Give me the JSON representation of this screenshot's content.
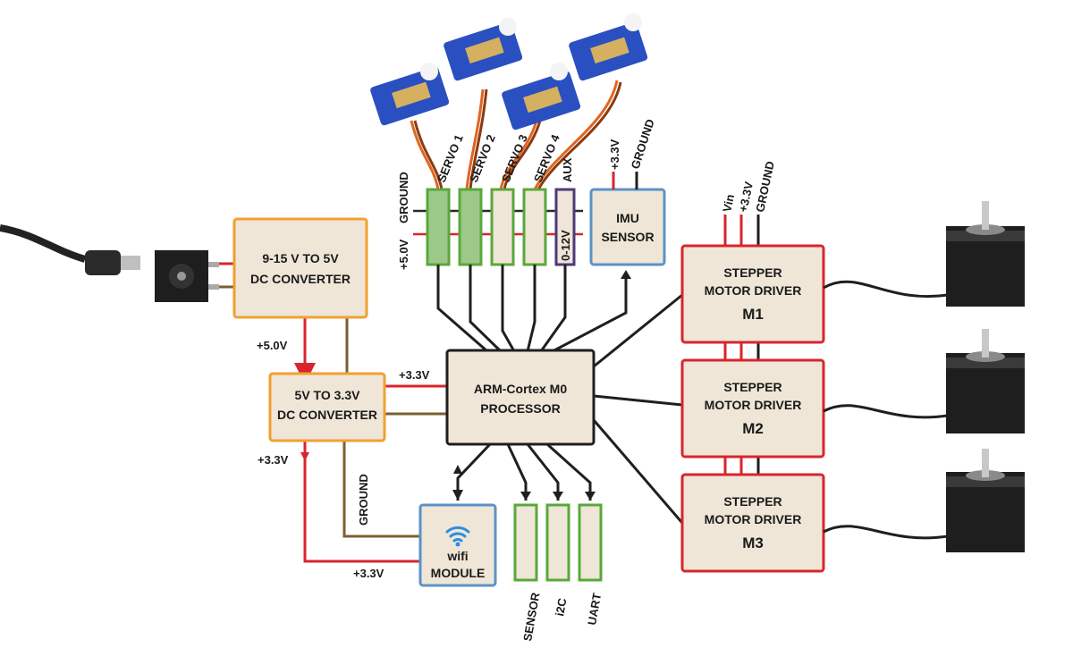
{
  "colors": {
    "block_fill": "#efe6d8",
    "power_orange": "#f0a030",
    "processor_border": "#1f1f1f",
    "stepper_red": "#d8252c",
    "header_green": "#5aa83a",
    "imu_blue": "#5a93c6",
    "aux_purple": "#4b3a78",
    "ground_brown": "#7a6030",
    "wire_red": "#d8252c",
    "wire_black": "#1f1f1f"
  },
  "blocks": {
    "conv1": {
      "line1": "9-15 V TO 5V",
      "line2": "DC CONVERTER"
    },
    "conv2": {
      "line1": "5V TO 3.3V",
      "line2": "DC CONVERTER"
    },
    "cpu": {
      "line1": "ARM-Cortex M0",
      "line2": "PROCESSOR"
    },
    "imu": {
      "line1": "IMU",
      "line2": "SENSOR"
    },
    "aux": {
      "label": "0-12V"
    },
    "wifi": {
      "line1": "wifi",
      "line2": "MODULE"
    },
    "steppers": [
      {
        "line1": "STEPPER",
        "line2": "MOTOR DRIVER",
        "id": "M1"
      },
      {
        "line1": "STEPPER",
        "line2": "MOTOR DRIVER",
        "id": "M2"
      },
      {
        "line1": "STEPPER",
        "line2": "MOTOR DRIVER",
        "id": "M3"
      }
    ]
  },
  "labels": {
    "v5_a": "+5.0V",
    "v33_cpu": "+3.3V",
    "v33_left": "+3.3V",
    "v33_wifi": "+3.3V",
    "ground_mid": "GROUND",
    "servo_ground": "GROUND",
    "servo_5v": "+5.0V",
    "servo1": "SERVO 1",
    "servo2": "SERVO 2",
    "servo3": "SERVO 3",
    "servo4": "SERVO 4",
    "aux": "AUX",
    "imu_33": "+3.3V",
    "imu_gnd": "GROUND",
    "st_vin": "Vin",
    "st_33": "+3.3V",
    "st_gnd": "GROUND",
    "sensor": "SENSOR",
    "i2c": "i2C",
    "uart": "UART"
  }
}
